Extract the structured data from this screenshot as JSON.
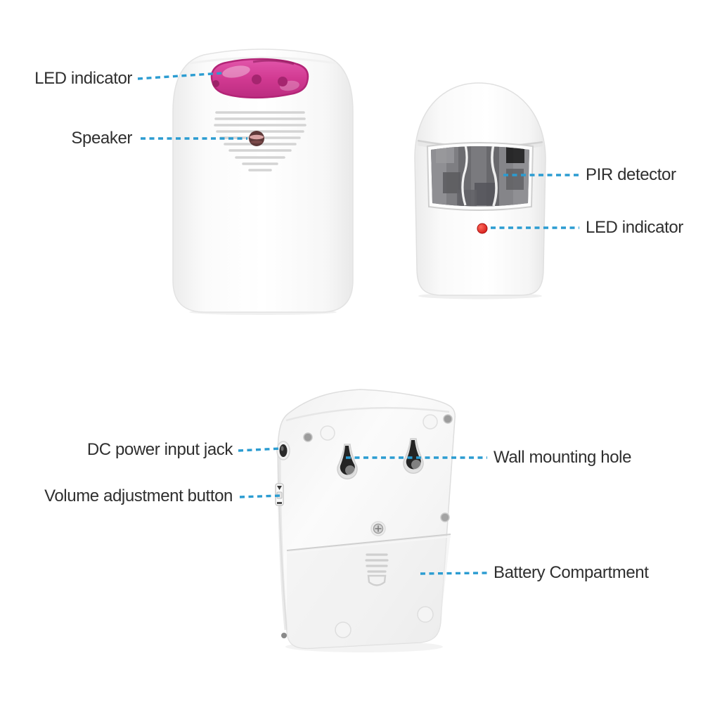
{
  "colors": {
    "leader_line": "#2B9CD1",
    "label_text": "#2F2F2F",
    "led_window_pink": "#D23A92",
    "sensor_led_red": "#E02020"
  },
  "labels": {
    "receiver_led": "LED indicator",
    "speaker": "Speaker",
    "pir_detector": "PIR detector",
    "sensor_led": "LED indicator",
    "dc_power": "DC power input jack",
    "volume": "Volume adjustment button",
    "wall_mounting": "Wall mounting hole",
    "battery": "Battery Compartment"
  }
}
